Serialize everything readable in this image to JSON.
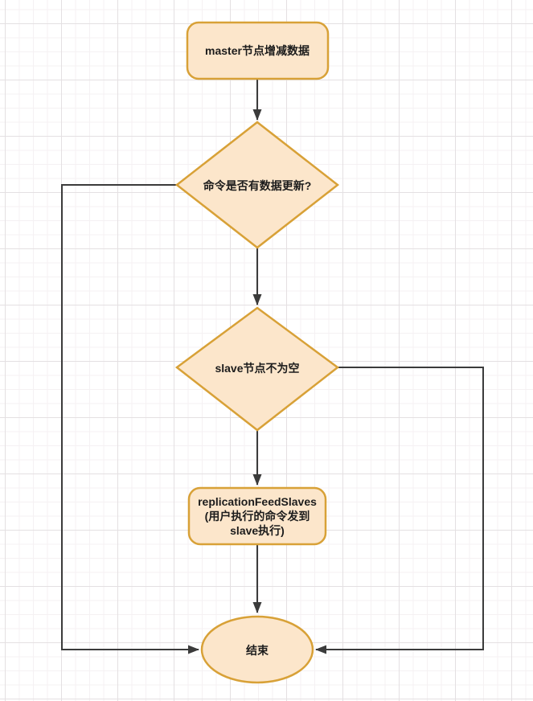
{
  "diagram": {
    "nodes": {
      "start": {
        "shape": "rounded-rect",
        "label": "master节点增减数据"
      },
      "decision_update": {
        "shape": "diamond",
        "label": "命令是否有数据更新?"
      },
      "decision_slaves": {
        "shape": "diamond",
        "label": "slave节点不为空"
      },
      "process_feed": {
        "shape": "rounded-rect",
        "lines": [
          "replicationFeedSlaves",
          "(用户执行的命令发到",
          "slave执行)"
        ]
      },
      "end": {
        "shape": "ellipse",
        "label": "结束"
      }
    },
    "edges": [
      {
        "from": "start",
        "to": "decision_update",
        "route": "down"
      },
      {
        "from": "decision_update",
        "to": "decision_slaves",
        "route": "down"
      },
      {
        "from": "decision_update",
        "to": "end",
        "route": "left-side"
      },
      {
        "from": "decision_slaves",
        "to": "process_feed",
        "route": "down"
      },
      {
        "from": "decision_slaves",
        "to": "end",
        "route": "right-side"
      },
      {
        "from": "process_feed",
        "to": "end",
        "route": "down"
      }
    ],
    "colors": {
      "node_fill": "#fce6cb",
      "node_stroke": "#d8a137",
      "edge": "#3b3b3b",
      "text": "#1c1c1c"
    }
  }
}
